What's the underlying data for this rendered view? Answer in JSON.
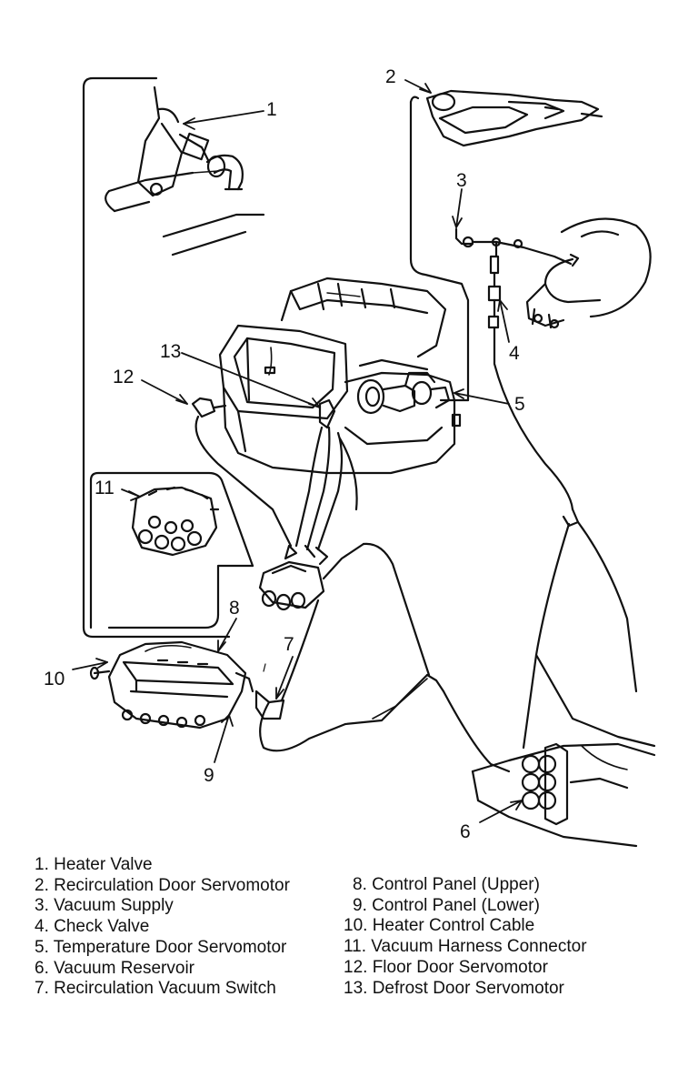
{
  "diagram": {
    "callouts": [
      "1",
      "2",
      "3",
      "4",
      "5",
      "6",
      "7",
      "8",
      "9",
      "10",
      "11",
      "12",
      "13"
    ]
  },
  "legend": {
    "left": [
      "1. Heater Valve",
      "2. Recirculation Door Servomotor",
      "3. Vacuum Supply",
      "4. Check Valve",
      "5. Temperature Door Servomotor",
      "6. Vacuum Reservoir",
      "7. Recirculation Vacuum Switch"
    ],
    "right": [
      "8. Control Panel (Upper)",
      "9. Control Panel (Lower)",
      "10. Heater Control Cable",
      "11. Vacuum Harness Connector",
      "12. Floor Door Servomotor",
      "13. Defrost Door Servomotor"
    ]
  }
}
